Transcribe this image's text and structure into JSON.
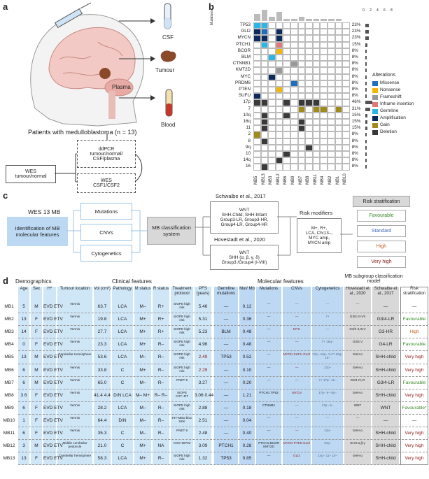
{
  "panels": {
    "a": "a",
    "b": "b",
    "c": "c",
    "d": "d"
  },
  "panel_a": {
    "csf": "CSF",
    "tumour": "Tumour",
    "plasma": "Plasma",
    "blood": "Blood",
    "patients": "Patients with medulloblastoma (n = 13)",
    "ddpcr": "ddPCR\ntumour/normal/\nCSF/plasma",
    "wes1": "WES\ntumour/normal",
    "wes2": "WES\nCSF1/CSF2",
    "colors": {
      "brain": "#f2c9c4",
      "head": "#f5f5f5",
      "tube_csf": "#cfe3f7",
      "tube_blood": "#c0392b"
    }
  },
  "panel_b": {
    "mutations_label": "Mutations",
    "scale_ticks": [
      "0",
      "2",
      "4",
      "6",
      "8"
    ],
    "legend_title": "Alterations",
    "legend": [
      {
        "name": "Missense",
        "color": "#1f6fbf"
      },
      {
        "name": "Nonsense",
        "color": "#f2b705"
      },
      {
        "name": "Frameshift",
        "color": "#999999"
      },
      {
        "name": "Inframe insertion",
        "color": "#e07a7a"
      },
      {
        "name": "Germline",
        "color": "#2ab7e8"
      },
      {
        "name": "Amplification",
        "color": "#0d2b5a"
      },
      {
        "name": "Gain",
        "color": "#a08b1a"
      },
      {
        "name": "Deletion",
        "color": "#3a3a3a"
      }
    ],
    "genes": [
      "TP53",
      "GLI2",
      "MYCN",
      "PTCH1",
      "BCOR",
      "BLM",
      "CTNNB1",
      "KMT2D",
      "MYC",
      "PRDM6",
      "PTEN",
      "SUFU",
      "17p",
      "7",
      "10q",
      "16q",
      "11",
      "2",
      "8",
      "9q",
      "10",
      "14q",
      "16"
    ],
    "pcts": [
      "23%",
      "23%",
      "23%",
      "15%",
      "8%",
      "8%",
      "8%",
      "8%",
      "8%",
      "8%",
      "8%",
      "8%",
      "46%",
      "31%",
      "15%",
      "15%",
      "15%",
      "8%",
      "8%",
      "8%",
      "8%",
      "8%",
      "8%"
    ],
    "samples": [
      "MB5",
      "MB13",
      "MB3",
      "MB12",
      "MB6",
      "MB9",
      "MB7",
      "MB8",
      "MB11",
      "MB4",
      "MB2",
      "MB1",
      "MB10"
    ],
    "mut_counts": [
      3,
      5,
      2,
      4,
      1,
      1,
      2,
      1,
      1,
      1,
      1,
      1,
      0
    ],
    "cells": [
      [
        0,
        0,
        "#2ab7e8"
      ],
      [
        0,
        1,
        "#2ab7e8"
      ],
      [
        1,
        0,
        "#0d2b5a"
      ],
      [
        1,
        1,
        "#1f6fbf"
      ],
      [
        1,
        3,
        "#0d2b5a"
      ],
      [
        2,
        0,
        "#0d2b5a"
      ],
      [
        2,
        1,
        "#0d2b5a"
      ],
      [
        2,
        3,
        "#0d2b5a"
      ],
      [
        3,
        1,
        "#2ab7e8"
      ],
      [
        3,
        3,
        "#e07a7a"
      ],
      [
        4,
        3,
        "#f2b705"
      ],
      [
        5,
        2,
        "#2ab7e8"
      ],
      [
        6,
        5,
        "#999999"
      ],
      [
        7,
        3,
        "#999999"
      ],
      [
        8,
        2,
        "#0d2b5a"
      ],
      [
        9,
        5,
        "#1f6fbf"
      ],
      [
        10,
        3,
        "#f2b705"
      ],
      [
        11,
        0,
        "#0d2b5a"
      ],
      [
        12,
        0,
        "#3a3a3a"
      ],
      [
        12,
        1,
        "#3a3a3a"
      ],
      [
        12,
        4,
        "#3a3a3a"
      ],
      [
        12,
        6,
        "#3a3a3a"
      ],
      [
        12,
        7,
        "#3a3a3a"
      ],
      [
        12,
        8,
        "#3a3a3a"
      ],
      [
        13,
        6,
        "#a08b1a"
      ],
      [
        13,
        8,
        "#a08b1a"
      ],
      [
        13,
        9,
        "#a08b1a"
      ],
      [
        13,
        11,
        "#a08b1a"
      ],
      [
        14,
        1,
        "#3a3a3a"
      ],
      [
        14,
        4,
        "#3a3a3a"
      ],
      [
        15,
        1,
        "#3a3a3a"
      ],
      [
        15,
        6,
        "#3a3a3a"
      ],
      [
        16,
        1,
        "#3a3a3a"
      ],
      [
        16,
        6,
        "#3a3a3a"
      ],
      [
        17,
        0,
        "#a08b1a"
      ],
      [
        18,
        1,
        "#3a3a3a"
      ],
      [
        19,
        7,
        "#3a3a3a"
      ],
      [
        20,
        4,
        "#3a3a3a"
      ],
      [
        21,
        3,
        "#3a3a3a"
      ],
      [
        22,
        1,
        "#3a3a3a"
      ]
    ]
  },
  "panel_c": {
    "wes": "WES 13 MB",
    "identification": "Identification of MB molecular features",
    "mutations": "Mutations",
    "cnvs": "CNVs",
    "cytogenetics": "Cytogenetics",
    "system": "MB classification system",
    "schwalbe_title": "Schwalbe et al., 2017",
    "schwalbe_body": "WNT\nSHH-Child, SHH-Infant\nGroup3-LR, Group3-HR,\nGroup4-LR, Group4-HR",
    "hovestadt_title": "Hovestadt et al., 2020",
    "hovestadt_body": "WNT\nSHH (α, β, γ, δ)\nGroup3 /Group4 (I-VIII)",
    "risk_mod_title": "Risk modifiers",
    "risk_mod_body": "M+, R+,\nLCA, Chr13–,\nMYC amp,\nMYCN amp",
    "risk_title": "Risk stratification",
    "risk": [
      {
        "label": "Favourable",
        "color": "#3a8a2a"
      },
      {
        "label": "Standard",
        "color": "#3a66b0"
      },
      {
        "label": "High",
        "color": "#c06020"
      },
      {
        "label": "Very high",
        "color": "#8b1a1a"
      }
    ]
  },
  "panel_d": {
    "groups": {
      "demo": "Demographics",
      "clin": "Clinical features",
      "mol": "Molecular features",
      "mb": "MB subgroup classification model"
    },
    "headers": [
      "Age",
      "Sex",
      "H*",
      "Tumour location",
      "Vol (cm³)",
      "Pathology",
      "M status",
      "R status",
      "Treatment protocol",
      "PFS (years)",
      "Germline mutations",
      "Mut/ Mb",
      "Mutations",
      "CNVs",
      "Cytogenetics",
      "Hovestadt et al., 2020",
      "Schwalbe et al., 2017",
      "Risk stratification"
    ],
    "rows": [
      {
        "id": "MB1",
        "age": "5",
        "sex": "M",
        "h": "EVD ETV",
        "loc": "Vermis",
        "vol": "63.7",
        "path": "LCA",
        "m": "M–",
        "r": "R+",
        "tp": "SIOPE high risk",
        "pfs": "5.46",
        "germ": "—",
        "mut": "0.12",
        "muts": "—",
        "cnv": "—",
        "cyto": "—",
        "hov": "—",
        "sch": "—",
        "risk": "—",
        "rc": "#333"
      },
      {
        "id": "MB2",
        "age": "13",
        "sex": "F",
        "h": "EVD ETV",
        "loc": "Vermis",
        "vol": "19.8",
        "path": "LCA",
        "m": "M+",
        "r": "R+",
        "tp": "SIOPE high risk",
        "pfs": "5.31",
        "germ": "—",
        "mut": "0.36",
        "muts": "—",
        "cnv": "—",
        "cyto": "7+",
        "hov": "G3/4 III-VII",
        "sch": "G3/4-LR",
        "risk": "Favourable",
        "rc": "#3a8a2a"
      },
      {
        "id": "MB3",
        "age": "14",
        "sex": "F",
        "h": "EVD ETV",
        "loc": "Vermis",
        "vol": "27.7",
        "path": "LCA",
        "m": "M+",
        "r": "R+",
        "tp": "SIOPE high risk",
        "pfs": "5.23",
        "germ": "BLM",
        "mut": "0.48",
        "muts": "—",
        "cnv": "MYC",
        "cyto": "—",
        "hov": "G3/4 II,III,V",
        "sch": "G3-HR",
        "risk": "High",
        "rc": "#c06020"
      },
      {
        "id": "MB4",
        "age": "0",
        "sex": "F",
        "h": "EVD ETV",
        "loc": "Vermis",
        "vol": "23.3",
        "path": "LCA",
        "m": "M+",
        "r": "R–",
        "tp": "SIOPE high risk",
        "pfs": "4.96",
        "germ": "—",
        "mut": "0.48",
        "muts": "—",
        "cnv": "—",
        "cyto": "7+ 16q–",
        "hov": "G3/4 V",
        "sch": "G4-LR",
        "risk": "Favourable",
        "rc": "#3a8a2a"
      },
      {
        "id": "MB5",
        "age": "13",
        "sex": "M",
        "h": "EVD ETV",
        "loc": "Cerebellar Hemisphere",
        "vol": "53.6",
        "path": "LCA",
        "m": "M–",
        "r": "R–",
        "tp": "SIOPE high risk",
        "pfs": "2.49",
        "germ": "TP53",
        "mut": "0.52",
        "muts": "—",
        "cnv": "MYCN SUFU GLI2",
        "cyto": "17p– 16q– 2+7+10q–16–",
        "hov": "SHH-α",
        "sch": "SHH-child",
        "risk": "Very high",
        "rc": "#8b1a1a"
      },
      {
        "id": "MB6",
        "age": "6",
        "sex": "M",
        "h": "EVD ETV",
        "loc": "Vermis",
        "vol": "33.8",
        "path": "C",
        "m": "M+",
        "r": "R–",
        "tp": "SIOPE high risk",
        "pfs": "2.29",
        "germ": "—",
        "mut": "0.10",
        "muts": "—",
        "cnv": "—",
        "cyto": "17p–",
        "hov": "SHH-α",
        "sch": "SHH-child",
        "risk": "Very high",
        "rc": "#8b1a1a"
      },
      {
        "id": "MB7",
        "age": "6",
        "sex": "M",
        "h": "EVD ETV",
        "loc": "Vermis",
        "vol": "65.0",
        "path": "C",
        "m": "M–",
        "r": "R–",
        "tp": "PNET 5",
        "pfs": "3.27",
        "germ": "—",
        "mut": "0.20",
        "muts": "—",
        "cnv": "—",
        "cyto": "7+ 17p– 11–",
        "hov": "G3/4 IV,VI",
        "sch": "G3/4-LR",
        "risk": "Favourable",
        "rc": "#3a8a2a"
      },
      {
        "id": "MB8",
        "age": "3 6",
        "sex": "F",
        "h": "EVD ETV",
        "loc": "Vermis",
        "vol": "41.4 4.4",
        "path": "D/N LCA",
        "m": "M– M+",
        "r": "R– R–",
        "tp": "SIOPE CXT+RT",
        "pfs": "3.06 0.44",
        "germ": "—",
        "mut": "1.21",
        "muts": "PTCH1 TP53",
        "cnv": "MYCN",
        "cyto": "17p– 8– 9q–",
        "hov": "SHH-α",
        "sch": "SHH-child",
        "risk": "Very high",
        "rc": "#8b1a1a"
      },
      {
        "id": "MB9",
        "age": "6",
        "sex": "F",
        "h": "EVD ETV",
        "loc": "Vermis",
        "vol": "28.2",
        "path": "LCA",
        "m": "M–",
        "r": "R–",
        "tp": "SIOPE high risk",
        "pfs": "2.88",
        "germ": "—",
        "mut": "0.18",
        "muts": "CTNNB1",
        "cnv": "—",
        "cyto": "17p– 6–",
        "hov": "WNT",
        "sch": "WNT",
        "risk": "Favourable*",
        "rc": "#3a8a2a"
      },
      {
        "id": "MB10",
        "age": "1",
        "sex": "F",
        "h": "EVD ETV",
        "loc": "Vermis",
        "vol": "64.4",
        "path": "D/N",
        "m": "M–",
        "r": "R–",
        "tp": "HIT-MED bloc SKK",
        "pfs": "2.51",
        "germ": "—",
        "mut": "0.04",
        "muts": "—",
        "cnv": "—",
        "cyto": "—",
        "hov": "—",
        "sch": "—",
        "risk": "—",
        "rc": "#333"
      },
      {
        "id": "MB11",
        "age": "6",
        "sex": "F",
        "h": "EVD ETV",
        "loc": "Vermis",
        "vol": "35.3",
        "path": "C",
        "m": "M–",
        "r": "R–",
        "tp": "PNET 5",
        "pfs": "2.48",
        "germ": "—",
        "mut": "0.40",
        "muts": "—",
        "cnv": "—",
        "cyto": "17p–",
        "hov": "SHH-α",
        "sch": "SHH-child",
        "risk": "Very high",
        "rc": "#8b1a1a"
      },
      {
        "id": "MB12",
        "age": "3",
        "sex": "M",
        "h": "EVD ETV",
        "loc": "Middle cerebellar peduncle",
        "vol": "21.0",
        "path": "C",
        "m": "M+",
        "r": "NA",
        "tp": "COG 99703",
        "pfs": "3.09",
        "germ": "PTCH1",
        "mut": "0.28",
        "muts": "PTCH1 BCOR KMT2D",
        "cnv": "MYCN PTEN GLI2",
        "cyto": "10q–",
        "hov": "SHH-α,β,γ",
        "sch": "SHH-child",
        "risk": "Very high",
        "rc": "#8b1a1a"
      },
      {
        "id": "MB13",
        "age": "13",
        "sex": "F",
        "h": "EVD ETV",
        "loc": "Cerebellar hemisphere",
        "vol": "58.3",
        "path": "LCA",
        "m": "M+",
        "r": "R–",
        "tp": "SIOPE high risk",
        "pfs": "1.32",
        "germ": "TP53",
        "mut": "0.85",
        "muts": "—",
        "cnv": "GLI2",
        "cyto": "14q– 11– 10–",
        "hov": "SHH-α",
        "sch": "SHH-child",
        "risk": "Very high",
        "rc": "#8b1a1a"
      }
    ]
  }
}
